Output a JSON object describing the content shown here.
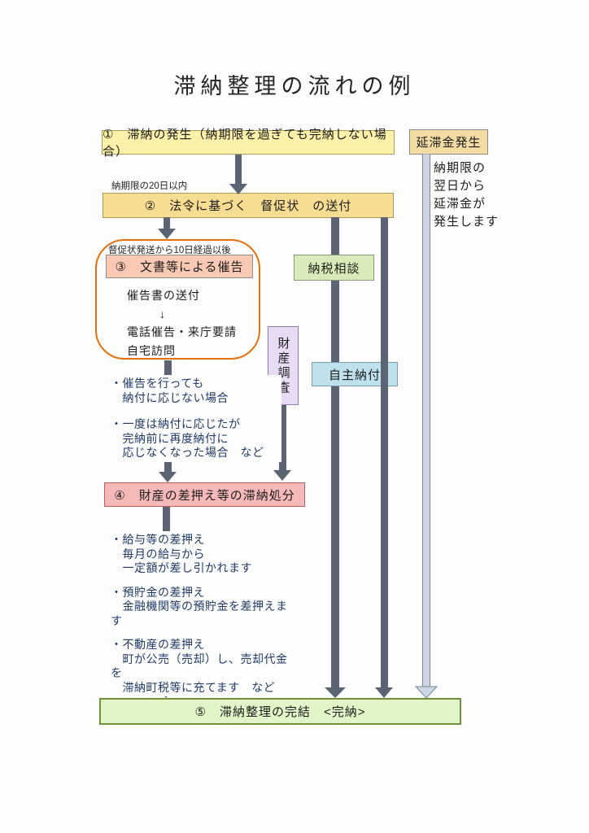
{
  "page": {
    "title": "滞納整理の流れの例"
  },
  "steps": {
    "s1": "①　滞納の発生（納期限を過ぎても完納しない場合）",
    "s2": "②　法令に基づく　督促状　の送付",
    "s3": "③　文書等による催告",
    "s4": "④　財産の差押え等の滞納処分",
    "s5": "⑤　滞納整理の完結　<完納>"
  },
  "side_boxes": {
    "penalty": "延滞金発生",
    "consult": "納税相談",
    "investigation": "財産調査",
    "voluntary": "自主納付"
  },
  "labels": {
    "before_s2": "納期限の20日以内",
    "before_s3": "督促状発送から10日経過以後"
  },
  "penalty_note": [
    "納期限の",
    "翌日から",
    "延滞金が",
    "発生します"
  ],
  "s3_details": [
    "催告書の送付",
    "↓",
    "電話催告・来庁要請",
    "自宅訪問"
  ],
  "notes_mid": {
    "p1": [
      "・催告を行っても",
      "　納付に応じない場合"
    ],
    "p2": [
      "・一度は納付に応じたが",
      "　完納前に再度納付に",
      "　応じなくなった場合　など"
    ]
  },
  "notes_bottom": {
    "p1": [
      "・給与等の差押え",
      "　毎月の給与から",
      "　一定額が差し引かれます"
    ],
    "p2": [
      "・預貯金の差押え",
      "　金融機関等の預貯金を差押えます"
    ],
    "p3": [
      "・不動産の差押え",
      "　町が公売（売却）し、売却代金を",
      "　滞納町税等に充てます　など"
    ]
  },
  "colors": {
    "step1_fill": "#fbf1a8",
    "step2_fill": "#f7dd92",
    "penalty_fill": "#f3dca4",
    "step3_fill": "#f9c9b4",
    "round_border": "#e8700a",
    "consult_fill": "#d9ebb8",
    "investigation_fill": "#e7dcf3",
    "voluntary_fill": "#bfe1ec",
    "step4_fill": "#f6b9b9",
    "step5_fill": "#e1f5c8",
    "arrow_dark": "#5a6473",
    "arrow_light": "#cbd5e3",
    "note_text": "#1f3a68"
  }
}
